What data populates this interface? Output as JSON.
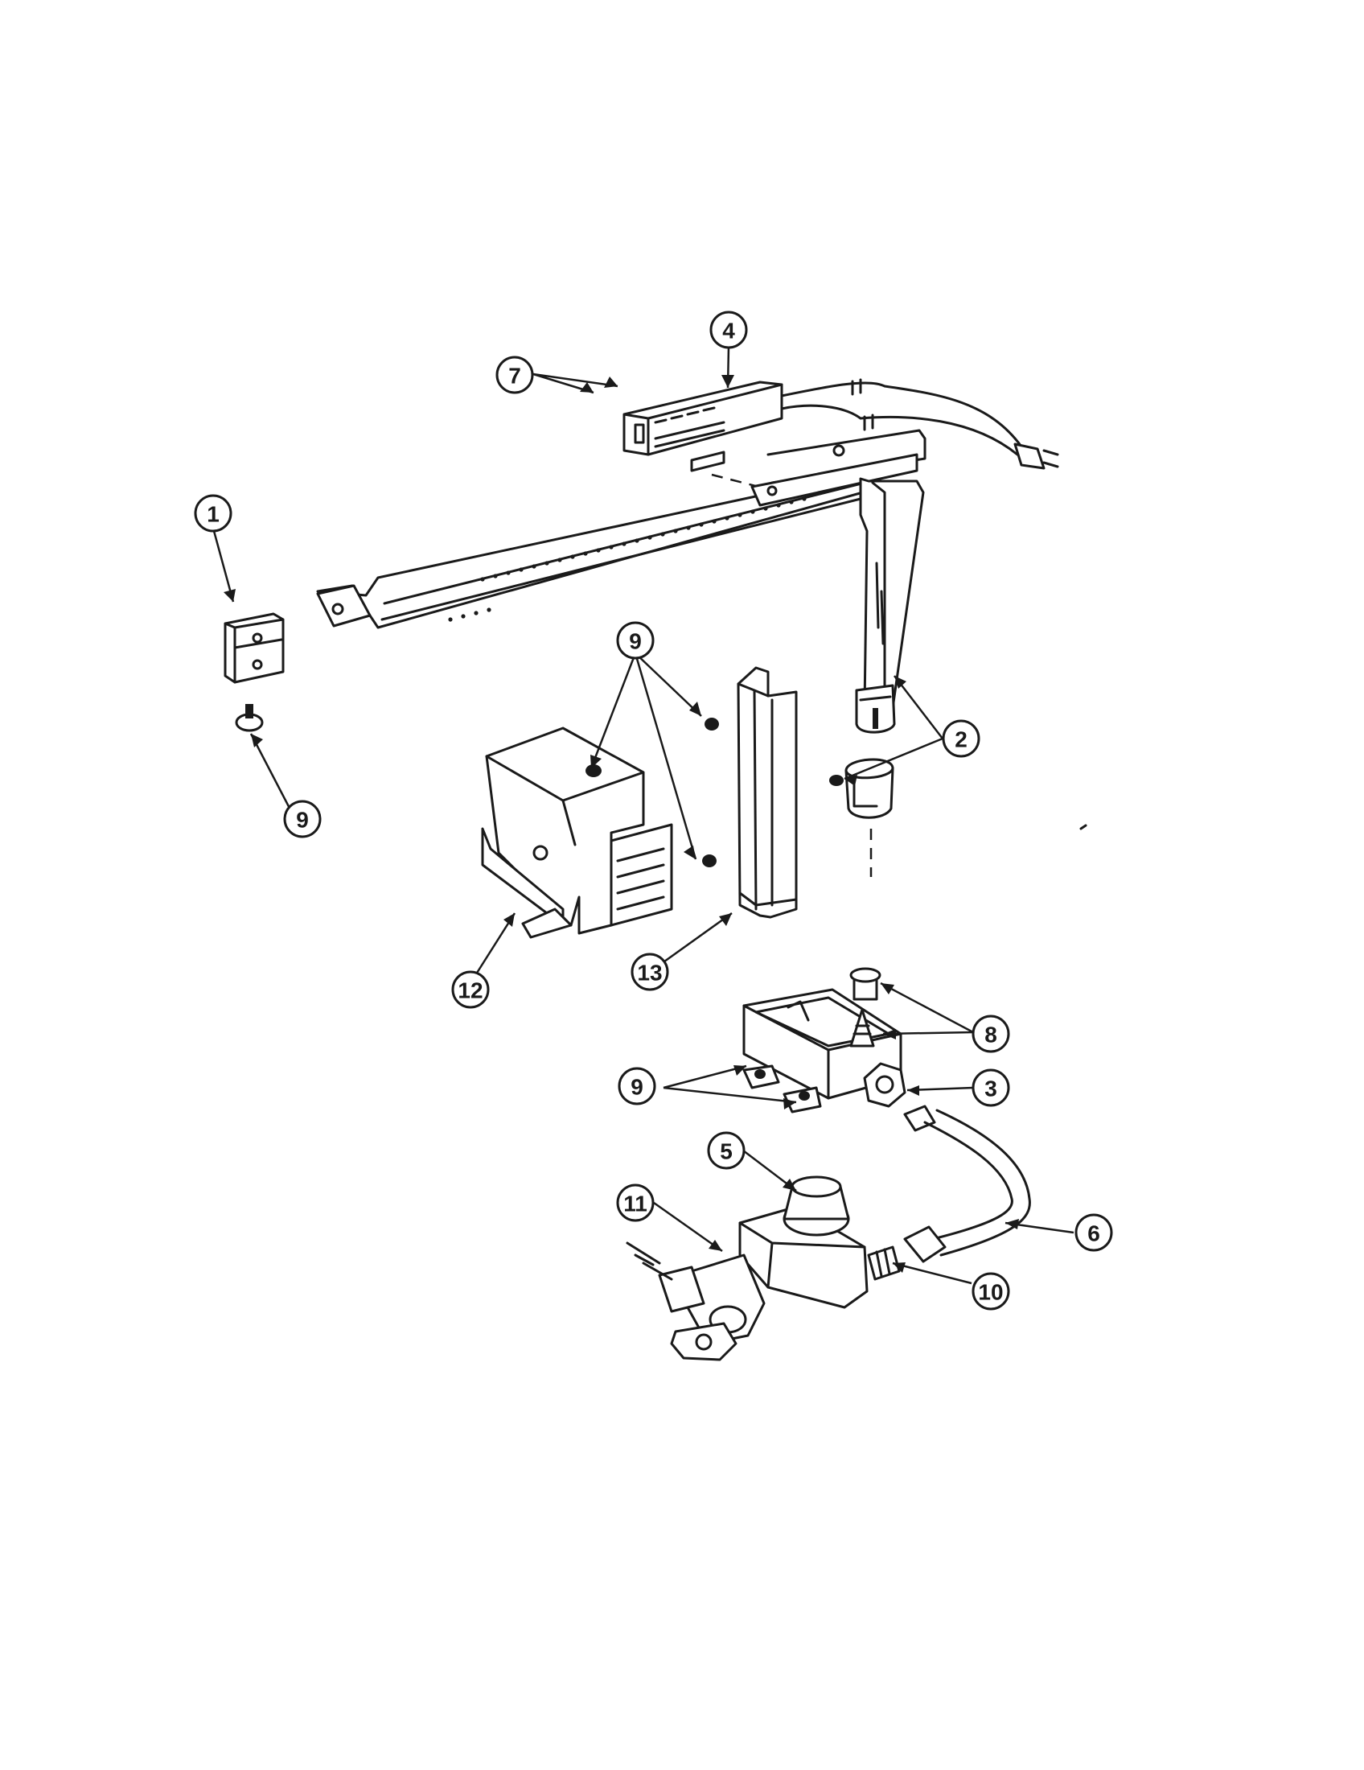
{
  "callouts": [
    {
      "label": "4"
    },
    {
      "label": "7"
    },
    {
      "label": "1"
    },
    {
      "label": "9"
    },
    {
      "label": "2"
    },
    {
      "label": "9"
    },
    {
      "label": "12"
    },
    {
      "label": "13"
    },
    {
      "label": "8"
    },
    {
      "label": "9"
    },
    {
      "label": "3"
    },
    {
      "label": "5"
    },
    {
      "label": "11"
    },
    {
      "label": "6"
    },
    {
      "label": "10"
    }
  ],
  "colors": {
    "ink": "#1a1a1a",
    "paper": "#ffffff"
  }
}
